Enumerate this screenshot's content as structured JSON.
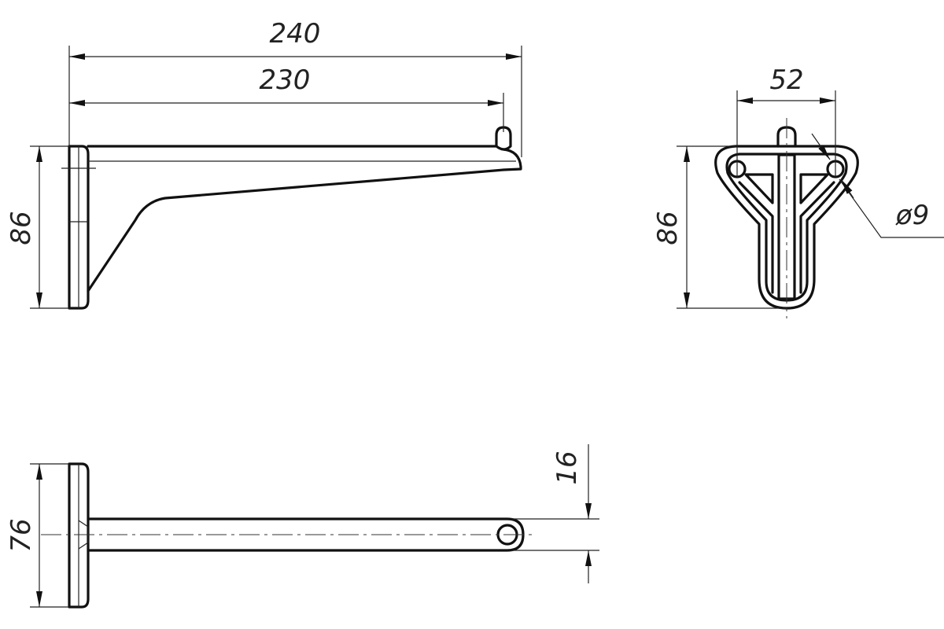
{
  "drawing": {
    "front_view": {
      "dim_overall_length": "240",
      "dim_arm_length": "230",
      "dim_height": "86"
    },
    "side_view": {
      "dim_hole_spacing": "52",
      "dim_height": "86",
      "dim_hole_diameter": "ø9"
    },
    "top_view": {
      "dim_plate_width": "76",
      "dim_arm_width": "16"
    },
    "colors": {
      "line": "#111111",
      "background": "#ffffff"
    }
  }
}
